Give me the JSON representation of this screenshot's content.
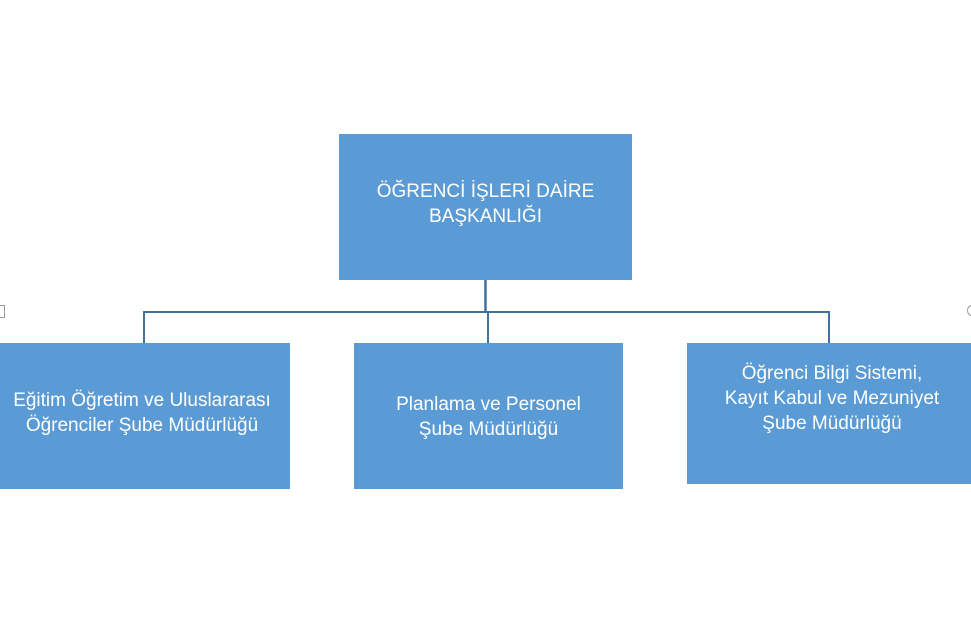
{
  "diagram": {
    "type": "org-chart",
    "colors": {
      "box_fill": "#5b9bd5",
      "box_text": "#ffffff",
      "connector": "#41719c",
      "background": "#ffffff"
    },
    "root": {
      "label": "ÖĞRENCİ İŞLERİ DAİRE\nBAŞKANLIĞI"
    },
    "children": [
      {
        "label": "Eğitim Öğretim ve Uluslararası\nÖğrenciler Şube Müdürlüğü"
      },
      {
        "label": "Planlama ve Personel\nŞube Müdürlüğü"
      },
      {
        "label": "Öğrenci Bilgi Sistemi,\nKayıt Kabul ve Mezuniyet\nŞube  Müdürlüğü"
      }
    ]
  }
}
